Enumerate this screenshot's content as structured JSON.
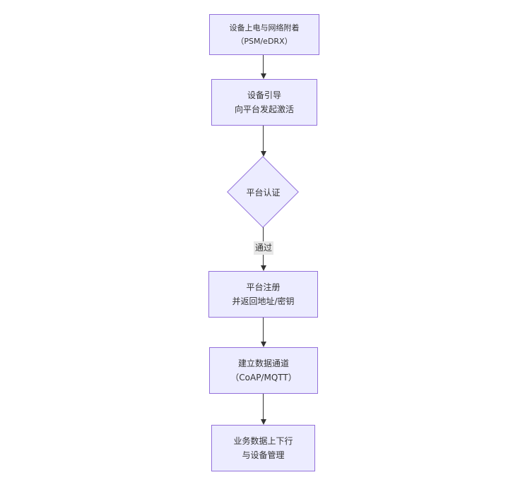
{
  "diagram": {
    "type": "flowchart",
    "direction": "top-down",
    "nodes": [
      {
        "id": "power-attach",
        "shape": "rect",
        "lines": [
          "设备上电与网络附着",
          "（PSM/eDRX）"
        ]
      },
      {
        "id": "bootstrap",
        "shape": "rect",
        "lines": [
          "设备引导",
          "向平台发起激活"
        ]
      },
      {
        "id": "platform-auth",
        "shape": "diamond",
        "label": "平台认证"
      },
      {
        "id": "platform-register",
        "shape": "rect",
        "lines": [
          "平台注册",
          "并返回地址/密钥"
        ]
      },
      {
        "id": "data-channel",
        "shape": "rect",
        "lines": [
          "建立数据通道",
          "（CoAP/MQTT）"
        ]
      },
      {
        "id": "business-data",
        "shape": "rect",
        "lines": [
          "业务数据上下行",
          "与设备管理"
        ]
      }
    ],
    "edges": [
      {
        "from": "power-attach",
        "to": "bootstrap",
        "label": ""
      },
      {
        "from": "bootstrap",
        "to": "platform-auth",
        "label": ""
      },
      {
        "from": "platform-auth",
        "to": "platform-register",
        "label": "通过"
      },
      {
        "from": "platform-register",
        "to": "data-channel",
        "label": ""
      },
      {
        "from": "data-channel",
        "to": "business-data",
        "label": ""
      }
    ],
    "colors": {
      "background": "#ffffff",
      "node_fill": "#ececff",
      "node_border": "#9370db",
      "text": "#333333",
      "edge": "#333333",
      "edge_label_bg": "#e8e8e8"
    }
  }
}
